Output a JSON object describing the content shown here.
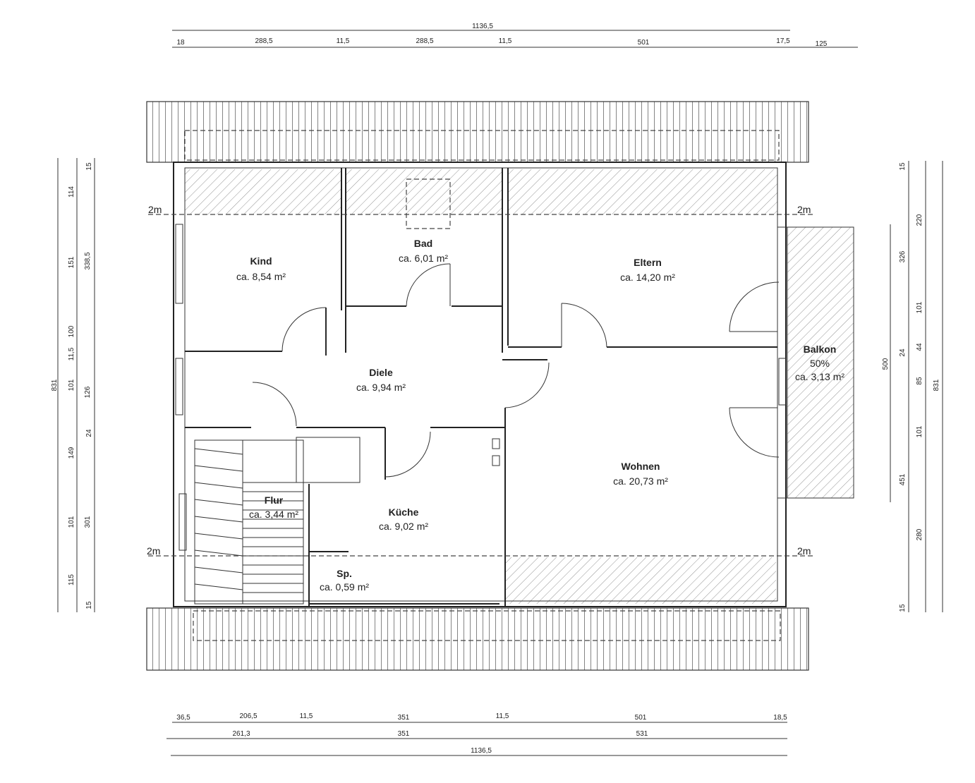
{
  "rooms": {
    "kind": {
      "name": "Kind",
      "area": "ca. 8,54 m²"
    },
    "bad": {
      "name": "Bad",
      "area": "ca. 6,01 m²"
    },
    "eltern": {
      "name": "Eltern",
      "area": "ca. 14,20 m²"
    },
    "diele": {
      "name": "Diele",
      "area": "ca. 9,94 m²"
    },
    "balkon": {
      "name": "Balkon",
      "extra": "50%",
      "area": "ca. 3,13 m²"
    },
    "wohnen": {
      "name": "Wohnen",
      "area": "ca. 20,73 m²"
    },
    "flur": {
      "name": "Flur",
      "area": "ca. 3,44 m²"
    },
    "kueche": {
      "name": "Küche",
      "area": "ca. 9,02 m²"
    },
    "sp": {
      "name": "Sp.",
      "area": "ca. 0,59 m²"
    }
  },
  "levels": {
    "label": "2m"
  },
  "dims_top": {
    "total": "1136,5",
    "segments": [
      "18",
      "288,5",
      "11,5",
      "288,5",
      "11,5",
      "501",
      "17,5",
      "125"
    ]
  },
  "dims_bottom": {
    "row1": [
      "36,5",
      "206,5",
      "11,5",
      "351",
      "11,5",
      "501",
      "18,5"
    ],
    "row2": [
      "261,3",
      "351",
      "531"
    ],
    "total": "1136,5"
  },
  "dims_left": {
    "total": "831",
    "mid": [
      "338,5",
      "126",
      "301"
    ],
    "inner": [
      "15",
      "114",
      "151",
      "100",
      "11,5",
      "101",
      "24",
      "149",
      "101",
      "115",
      "15"
    ]
  },
  "dims_right": {
    "total": "831",
    "outer": [
      "500",
      "451"
    ],
    "mid": [
      "326",
      "280"
    ],
    "inner": [
      "15",
      "220",
      "101",
      "44",
      "24",
      "85",
      "101",
      "15"
    ]
  }
}
